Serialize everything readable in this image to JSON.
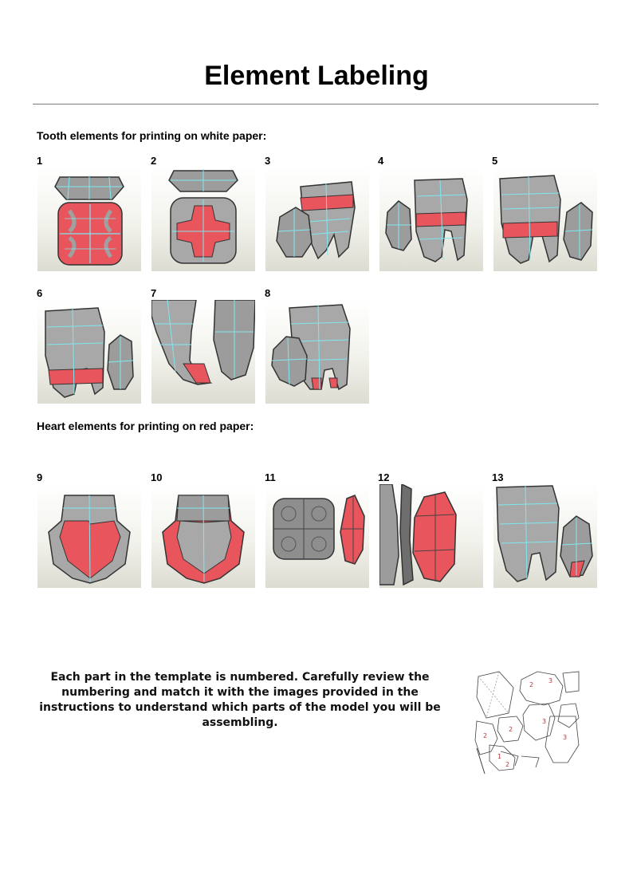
{
  "page": {
    "title": "Element Labeling"
  },
  "sections": {
    "tooth_heading": "Tooth elements for printing on white paper:",
    "heart_heading": "Heart elements for printing on red paper:"
  },
  "tiles": [
    {
      "number": "1"
    },
    {
      "number": "2"
    },
    {
      "number": "3"
    },
    {
      "number": "4"
    },
    {
      "number": "5"
    },
    {
      "number": "6"
    },
    {
      "number": "7"
    },
    {
      "number": "8"
    },
    {
      "number": "9"
    },
    {
      "number": "10"
    },
    {
      "number": "11"
    },
    {
      "number": "12"
    },
    {
      "number": "13"
    }
  ],
  "note": {
    "text": "Each part in the template is numbered. Carefully review the numbering and match it with the images provided in the instructions to understand which parts of the model you will be assembling."
  },
  "template_labels": [
    "3",
    "2",
    "3",
    "2",
    "3",
    "2",
    "1",
    "2"
  ],
  "colors": {
    "model_gray": "#a8a8a8",
    "model_red": "#e8555d",
    "edge_cyan": "#7fe8f0",
    "outline": "#333333",
    "rule": "#7a7a7a"
  }
}
